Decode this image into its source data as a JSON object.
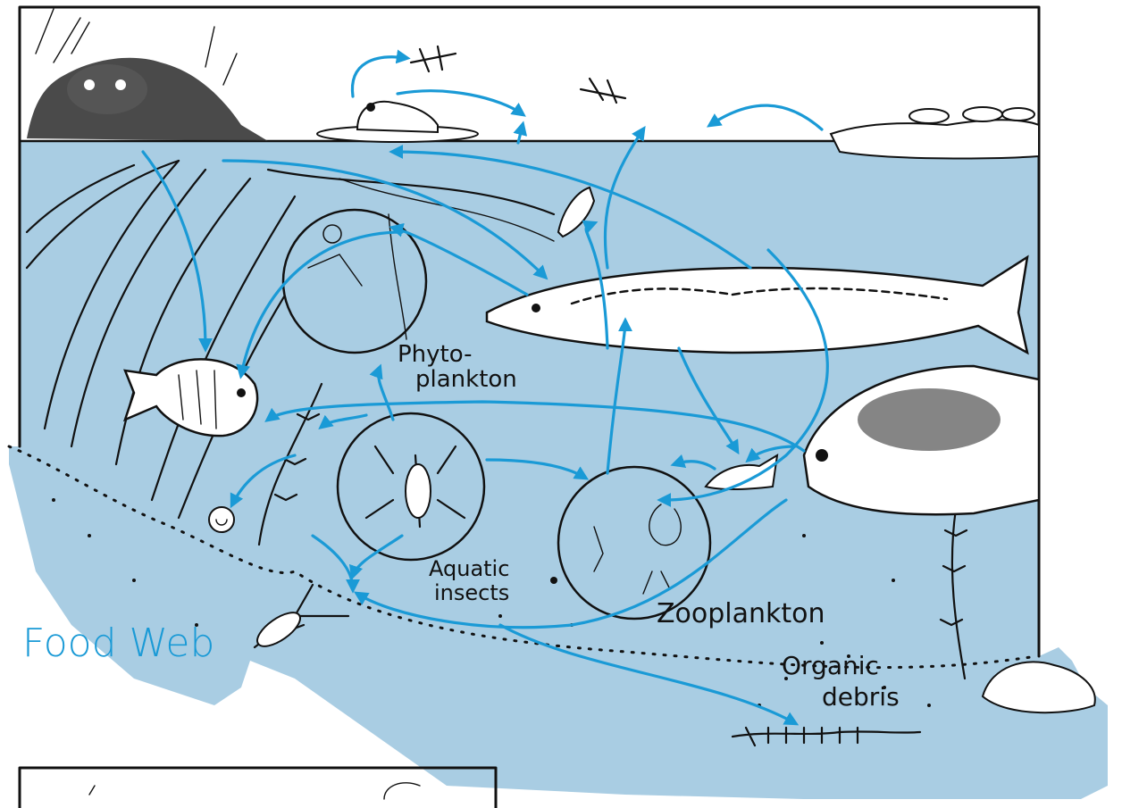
{
  "title": "Food Web",
  "labels": {
    "phytoplankton_line1": "Phyto-",
    "phytoplankton_line2": "plankton",
    "aquatic_line1": "Aquatic",
    "aquatic_line2": "insects",
    "zooplankton": "Zooplankton",
    "organic_line1": "Organic",
    "organic_line2": "debris"
  },
  "colors": {
    "water": "#a9cde3",
    "flow_arrow": "#1a9ad6",
    "ink": "#111111"
  }
}
